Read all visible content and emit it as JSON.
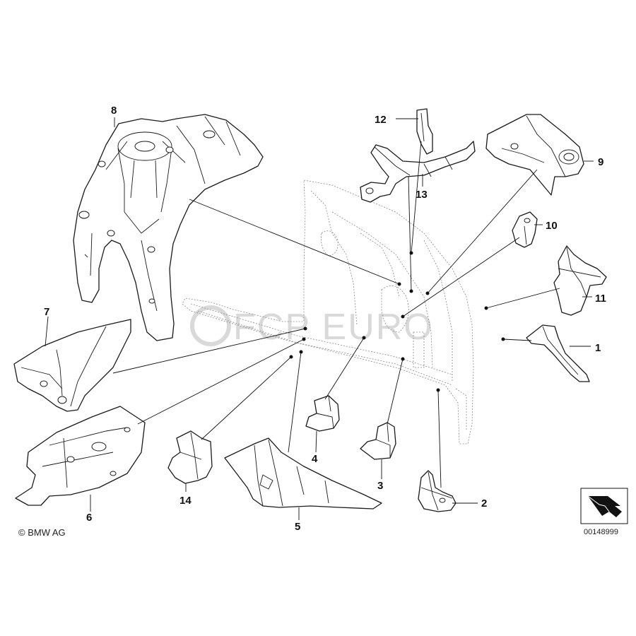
{
  "watermark": "FCP EURO",
  "copyright": "© BMW AG",
  "diagram_number": "00148999",
  "callouts": {
    "c1": "1",
    "c2": "2",
    "c3": "3",
    "c4": "4",
    "c5": "5",
    "c6": "6",
    "c7": "7",
    "c8": "8",
    "c9": "9",
    "c10": "10",
    "c11": "11",
    "c12": "12",
    "c13": "13",
    "c14": "14"
  }
}
